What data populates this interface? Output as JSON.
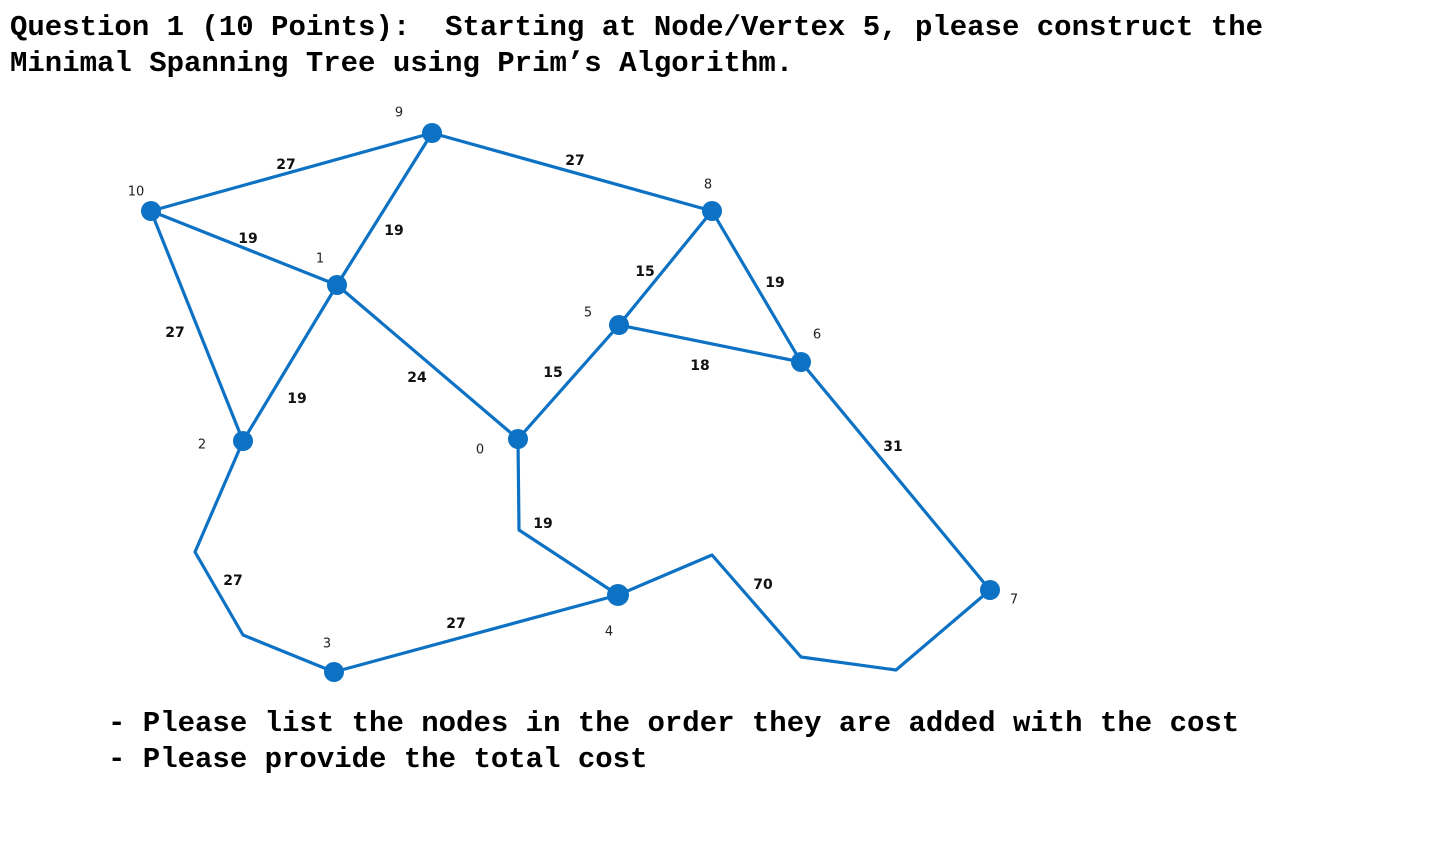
{
  "question": {
    "line1": "Question 1 (10 Points):  Starting at Node/Vertex 5, please construct the",
    "line2": "Minimal Spanning Tree using Prim’s Algorithm."
  },
  "graph": {
    "edge_color": "#0d72c4",
    "node_color": "#0d72c4",
    "nodes": [
      "0",
      "1",
      "2",
      "3",
      "4",
      "5",
      "6",
      "7",
      "8",
      "9",
      "10"
    ],
    "edges": [
      {
        "from": "10",
        "to": "9",
        "weight": "27"
      },
      {
        "from": "9",
        "to": "8",
        "weight": "27"
      },
      {
        "from": "10",
        "to": "1",
        "weight": "19"
      },
      {
        "from": "9",
        "to": "1",
        "weight": "19"
      },
      {
        "from": "10",
        "to": "2",
        "weight": "27"
      },
      {
        "from": "1",
        "to": "2",
        "weight": "19"
      },
      {
        "from": "1",
        "to": "0",
        "weight": "24"
      },
      {
        "from": "8",
        "to": "5",
        "weight": "15"
      },
      {
        "from": "8",
        "to": "6",
        "weight": "19"
      },
      {
        "from": "5",
        "to": "6",
        "weight": "18"
      },
      {
        "from": "5",
        "to": "0",
        "weight": "15"
      },
      {
        "from": "6",
        "to": "7",
        "weight": "31"
      },
      {
        "from": "0",
        "to": "4",
        "weight": "19"
      },
      {
        "from": "2",
        "to": "3",
        "weight": "27"
      },
      {
        "from": "3",
        "to": "4",
        "weight": "27"
      },
      {
        "from": "4",
        "to": "7",
        "weight": "70"
      }
    ]
  },
  "instructions": [
    "- Please list the nodes in the order they are added with the cost",
    "- Please provide the total cost"
  ]
}
